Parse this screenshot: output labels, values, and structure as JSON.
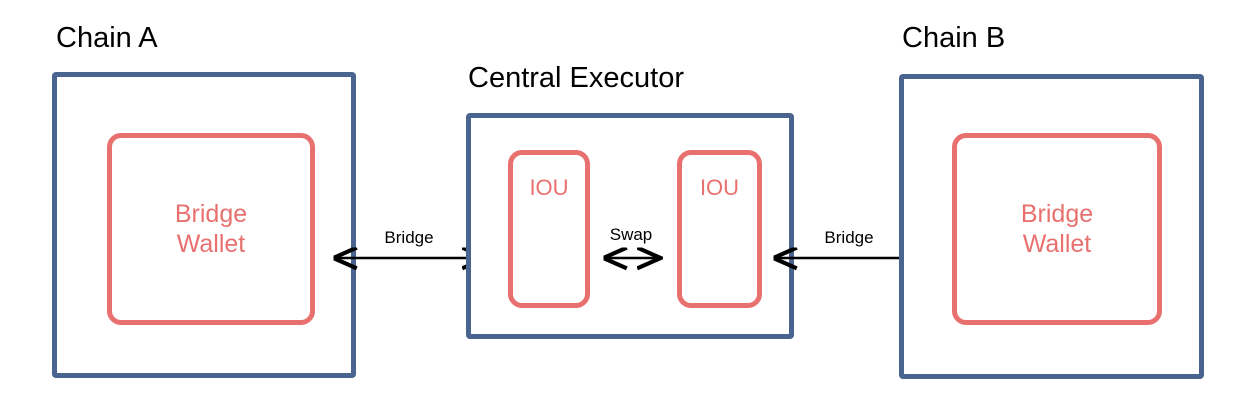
{
  "diagram": {
    "title_chain_a": "Chain A",
    "title_central": "Central Executor",
    "title_chain_b": "Chain B",
    "colors": {
      "outer_border": "#4a6490",
      "inner_border": "#e8706f",
      "inner_text": "#e8706f",
      "label_text": "#000000",
      "arrow": "#000000",
      "background": "#ffffff"
    },
    "nodes": {
      "chain_a": {
        "label": "Chain A",
        "child_label": "Bridge\nWallet"
      },
      "central_executor": {
        "label": "Central Executor",
        "iou_left_label": "IOU",
        "iou_right_label": "IOU"
      },
      "chain_b": {
        "label": "Chain B",
        "child_label": "Bridge\nWallet"
      }
    },
    "edges": [
      {
        "id": "bridge-left",
        "label": "Bridge",
        "from": "chain-a",
        "to": "central-executor",
        "direction": "bidirectional"
      },
      {
        "id": "swap",
        "label": "Swap",
        "from": "iou-left",
        "to": "iou-right",
        "direction": "bidirectional"
      },
      {
        "id": "bridge-right",
        "label": "Bridge",
        "from": "central-executor",
        "to": "chain-b",
        "direction": "bidirectional"
      }
    ]
  }
}
